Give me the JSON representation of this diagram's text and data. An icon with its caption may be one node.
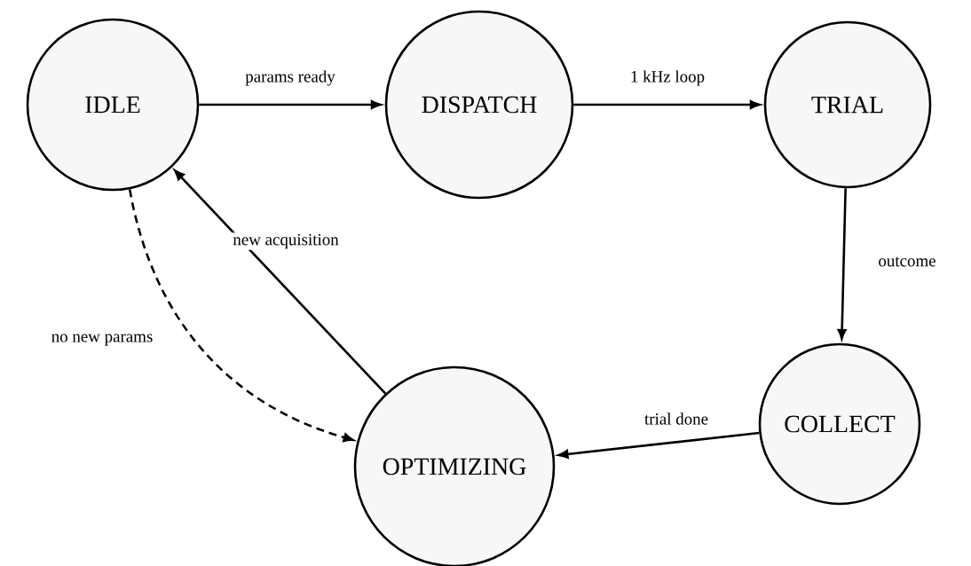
{
  "diagram": {
    "nodes": [
      {
        "text": [
          "IDLE"
        ]
      },
      {
        "text": [
          "DISPATCH"
        ]
      },
      {
        "text": [
          "TRIAL"
        ]
      },
      {
        "text": [
          "COLLECT"
        ]
      },
      {
        "text": [
          "OPTIMIZING"
        ]
      }
    ],
    "edges": [
      {
        "from": 0,
        "to": 1,
        "arrow": "to",
        "label": "params ready"
      },
      {
        "from": 1,
        "to": 2,
        "arrow": "to",
        "label": "1 kHz loop"
      },
      {
        "from": 2,
        "to": 3,
        "arrow": "to",
        "label": "outcome"
      },
      {
        "from": 3,
        "to": 4,
        "arrow": "to",
        "label": "trial done"
      },
      {
        "from": 4,
        "to": 0,
        "arrow": "to",
        "label": "new acquisition"
      },
      {
        "from": 0,
        "to": 4,
        "arrow": "to",
        "label": "no new params",
        "style": "dashed"
      }
    ]
  }
}
